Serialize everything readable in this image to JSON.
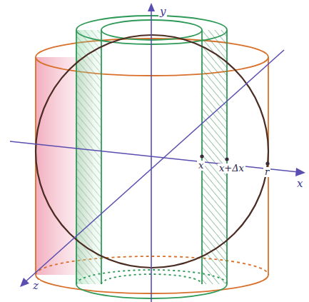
{
  "diagram": {
    "labels": [
      "y",
      "x",
      "x+Δx",
      "r",
      "x",
      "z"
    ]
  }
}
